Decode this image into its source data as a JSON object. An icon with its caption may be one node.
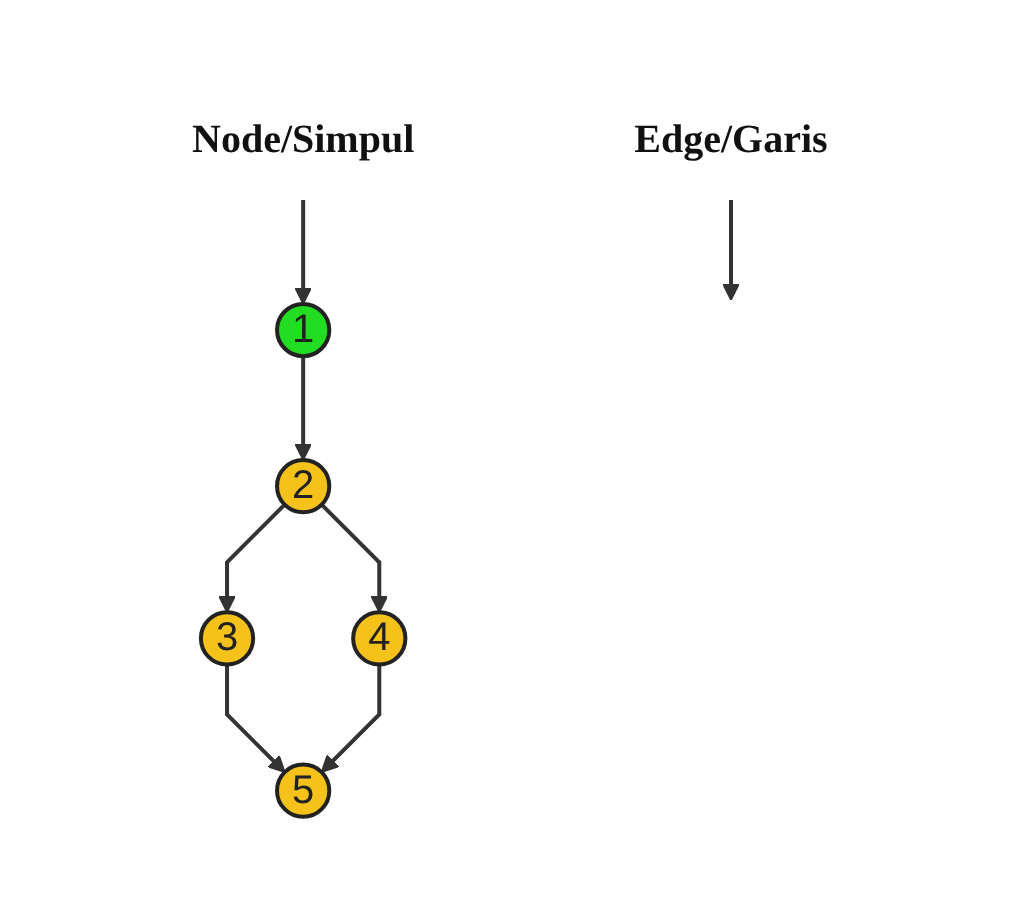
{
  "diagram": {
    "nodes": [
      {
        "text": [
          "Node/Simpul"
        ]
      },
      {
        "text": [
          "1"
        ]
      },
      {
        "text": [
          "2"
        ]
      },
      {
        "text": [
          "4"
        ]
      },
      {
        "text": [
          "3"
        ]
      },
      {
        "text": [
          "Edge/Garis"
        ]
      },
      {
        "text": [
          "5"
        ]
      }
    ],
    "edges": [
      {
        "from": 0,
        "to": 1,
        "arrow": "to"
      },
      {
        "from": 1,
        "to": 2,
        "arrow": "to"
      },
      {
        "from": 2,
        "to": 3,
        "arrow": "to"
      },
      {
        "from": 2,
        "to": 4,
        "arrow": "to"
      },
      {
        "from": 4,
        "to": 6,
        "arrow": "to"
      },
      {
        "from": 3,
        "to": 6,
        "arrow": "to"
      },
      {
        "from": 5,
        "to": null,
        "arrow": "to"
      }
    ]
  }
}
